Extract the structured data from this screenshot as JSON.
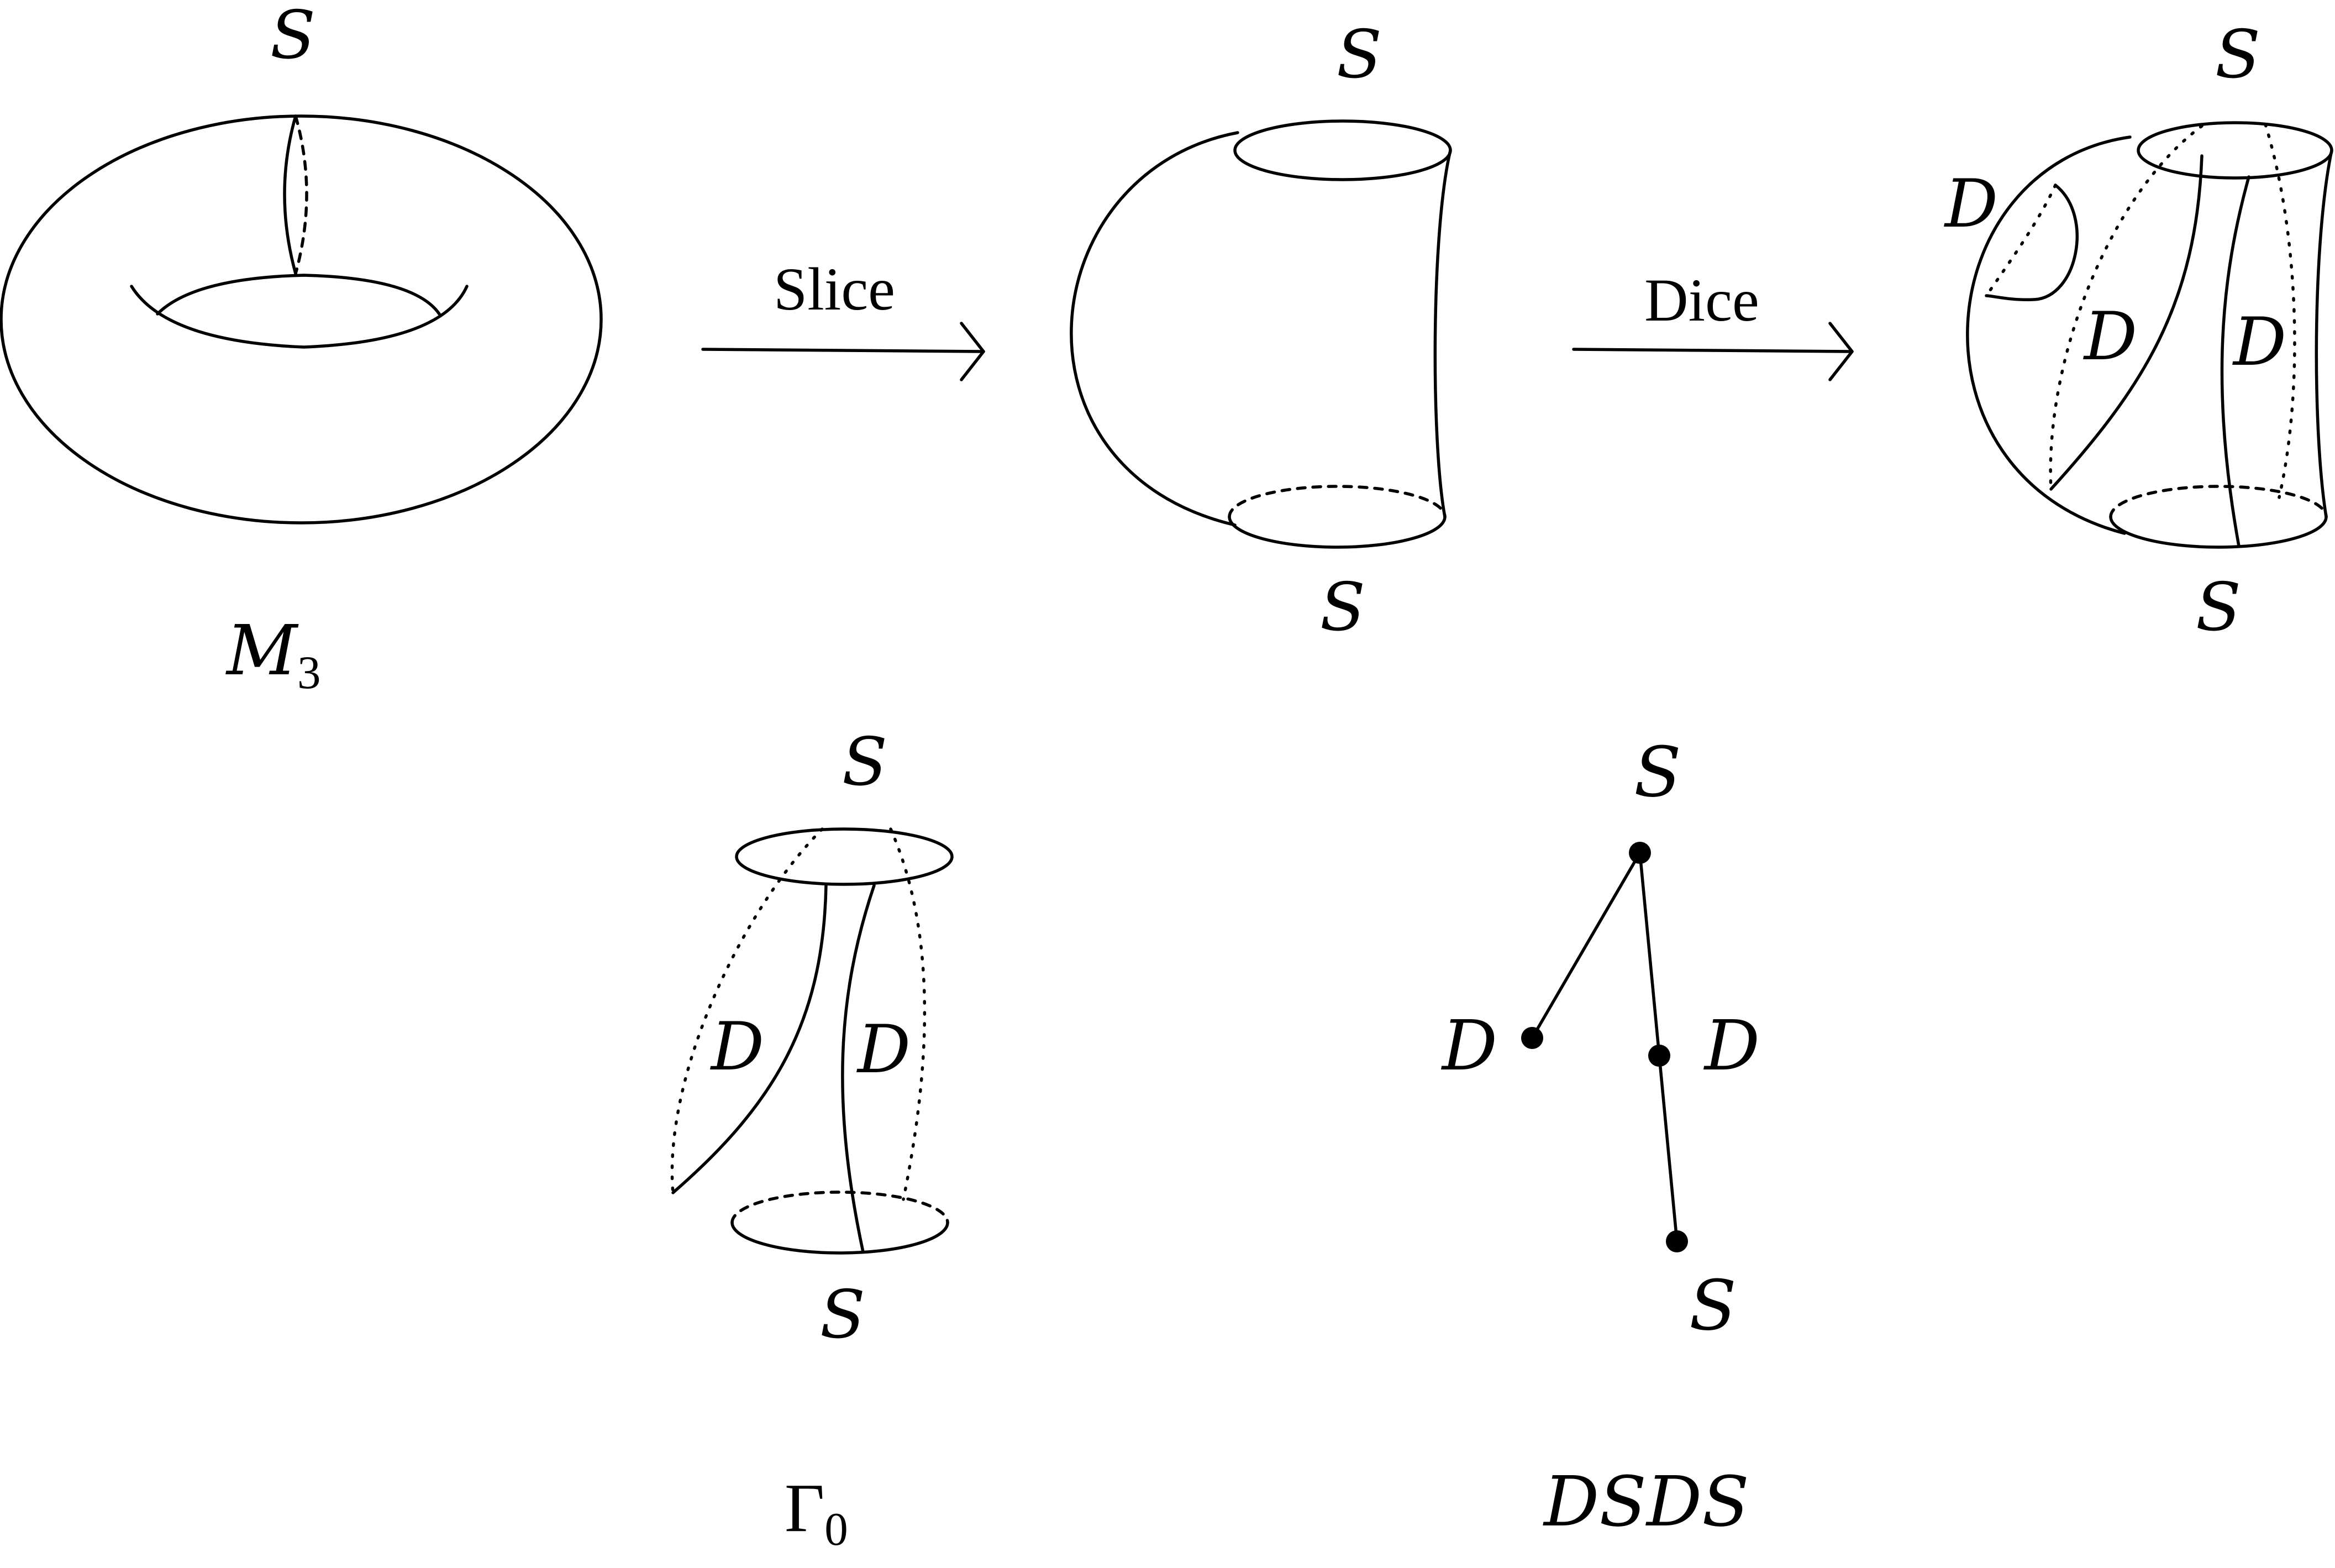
{
  "labels": {
    "torus_S": "S",
    "manifold_name": "M",
    "manifold_subscript": "3",
    "slice_arrow": "Slice",
    "dice_arrow": "Dice",
    "sliced_top_S": "S",
    "sliced_bottom_S": "S",
    "diced_top_S": "S",
    "diced_bottom_S": "S",
    "diced_D1": "D",
    "diced_D2": "D",
    "diced_D3": "D",
    "gamma_top_S": "S",
    "gamma_bottom_S": "S",
    "gamma_D1": "D",
    "gamma_D2": "D",
    "gamma_name": "Γ",
    "gamma_subscript": "0",
    "graph_top_S": "S",
    "graph_bottom_S": "S",
    "graph_left_D": "D",
    "graph_right_D": "D",
    "graph_name": "DSDS"
  }
}
